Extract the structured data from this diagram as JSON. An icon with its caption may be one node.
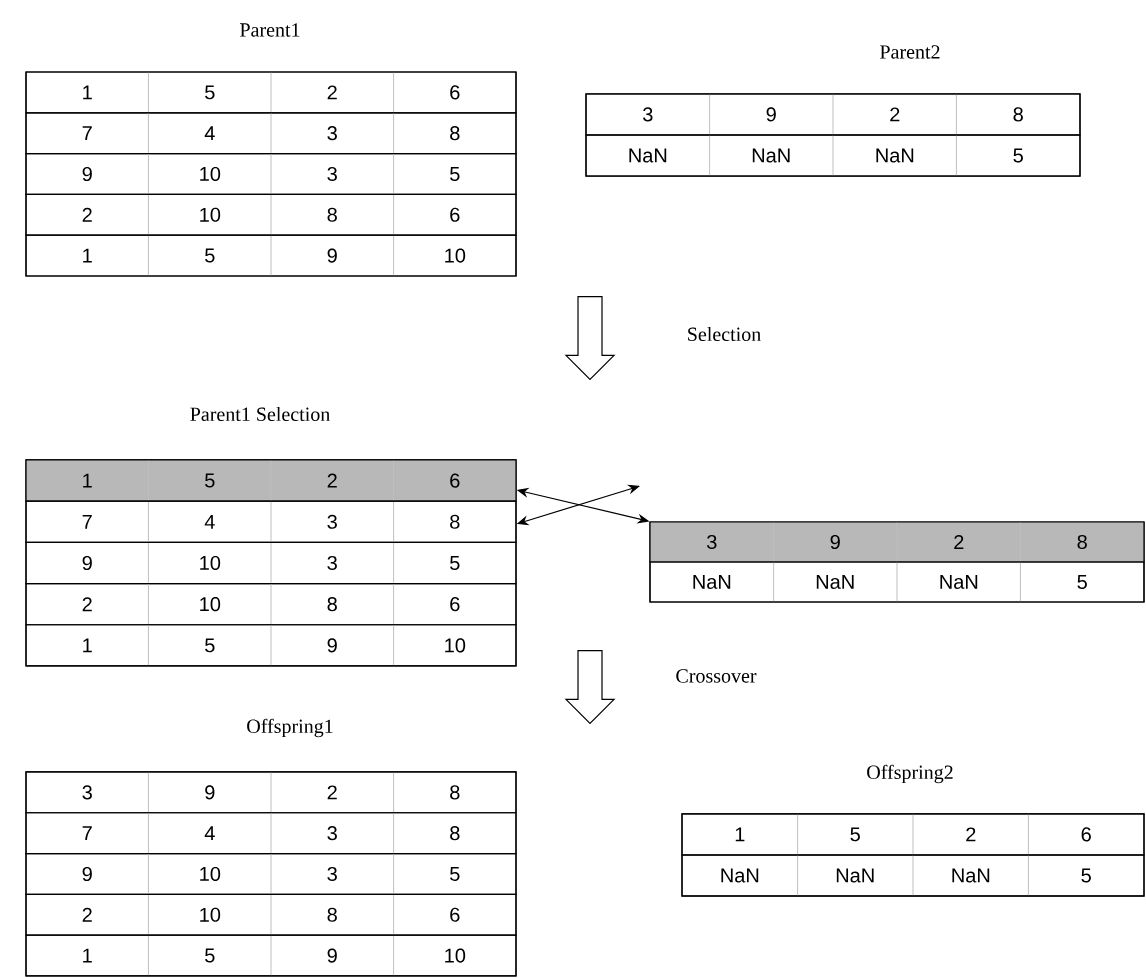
{
  "diagram": {
    "nodes": [
      {
        "text": [
          "Parent1"
        ]
      },
      {
        "text": [
          "1",
          "5",
          "2",
          "6"
        ],
        "in": 0
      },
      {
        "text": [
          "7",
          "4",
          "3",
          "8"
        ],
        "in": 0
      },
      {
        "text": [
          "9",
          "10",
          "3",
          "5"
        ],
        "in": 0
      },
      {
        "text": [
          "2",
          "10",
          "8",
          "6"
        ],
        "in": 0
      },
      {
        "text": [
          "1",
          "5",
          "9",
          "10"
        ],
        "in": 0
      },
      {
        "text": [
          "Parent2"
        ]
      },
      {
        "text": [
          "3",
          "9",
          "2",
          "8"
        ],
        "in": 6
      },
      {
        "text": [
          "NaN",
          "NaN",
          "NaN",
          "5"
        ],
        "in": 6
      },
      {
        "text": [
          "Parent1 Selection"
        ]
      },
      {
        "text": [
          "1",
          "5",
          "2",
          "6"
        ],
        "in": 9
      },
      {
        "text": [
          "7",
          "4",
          "3",
          "8"
        ],
        "in": 9
      },
      {
        "text": [
          "9",
          "10",
          "3",
          "5"
        ],
        "in": 9
      },
      {
        "text": [
          "2",
          "10",
          "8",
          "6"
        ],
        "in": 9
      },
      {
        "text": [
          "1",
          "5",
          "9",
          "10"
        ],
        "in": 9
      },
      {
        "text": [],
        "shape": "box"
      },
      {
        "text": [
          "3",
          "9",
          "2",
          "8"
        ],
        "in": 15
      },
      {
        "text": [
          "NaN",
          "NaN",
          "NaN",
          "5"
        ],
        "in": 15
      },
      {
        "text": [
          "Offspring1"
        ]
      },
      {
        "text": [
          "3",
          "9",
          "2",
          "8"
        ],
        "in": 18
      },
      {
        "text": [
          "7",
          "4",
          "3",
          "8"
        ],
        "in": 18
      },
      {
        "text": [
          "9",
          "10",
          "3",
          "5"
        ],
        "in": 18
      },
      {
        "text": [
          "2",
          "10",
          "8",
          "6"
        ],
        "in": 18
      },
      {
        "text": [
          "1",
          "5",
          "9",
          "10"
        ],
        "in": 18
      },
      {
        "text": [
          "Offspring2"
        ]
      },
      {
        "text": [
          "1",
          "5",
          "2",
          "6"
        ],
        "in": 24
      },
      {
        "text": [
          "NaN",
          "NaN",
          "NaN",
          "5"
        ],
        "in": 24
      }
    ],
    "edges": [
      {
        "from": 0,
        "to": 9,
        "arrow": "to",
        "label": "Selection"
      },
      {
        "from": 9,
        "to": 18,
        "arrow": "to",
        "label": "Crossover"
      },
      {
        "from": 10,
        "to": 16,
        "arrow": "both"
      },
      {
        "from": 11,
        "to": null,
        "arrow": "both"
      }
    ]
  }
}
